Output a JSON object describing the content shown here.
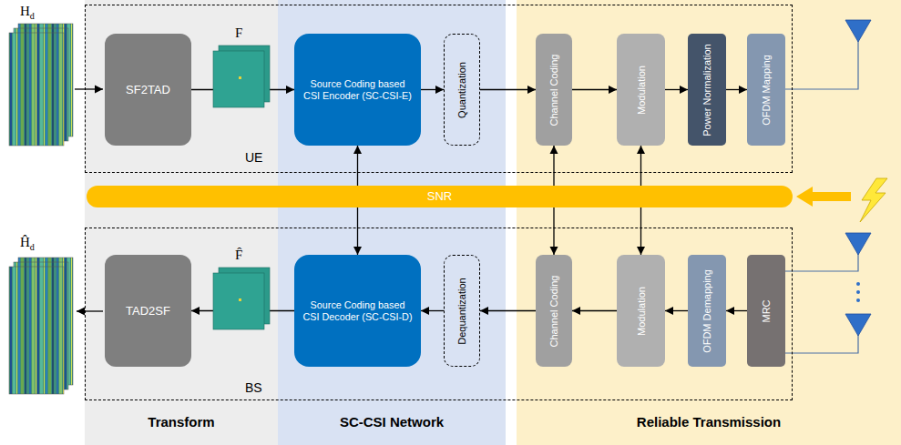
{
  "diagram": {
    "nodes": [
      {
        "text": [
          "Transform"
        ]
      },
      {
        "text": [
          "SC-CSI Network"
        ]
      },
      {
        "text": [
          "Reliable Transmission"
        ]
      },
      {
        "text": [
          "UE"
        ]
      },
      {
        "text": [
          "SF2TAD"
        ],
        "in": 3
      },
      {
        "text": [
          "Source Coding based CSI Encoder (SC-CSI-E)"
        ],
        "in": 3
      },
      {
        "text": [
          "Quantization"
        ],
        "in": 3
      },
      {
        "text": [
          "Channel Coding"
        ],
        "in": 3
      },
      {
        "text": [
          "Modulation"
        ],
        "in": 3
      },
      {
        "text": [
          "Power Normalization"
        ],
        "in": 3
      },
      {
        "text": [
          "OFDM Mapping"
        ],
        "in": 3
      },
      {
        "text": [
          "SNR"
        ]
      },
      {
        "text": [
          "BS"
        ]
      },
      {
        "text": [
          "TAD2SF"
        ],
        "in": 12
      },
      {
        "text": [
          "Source Coding based CSI Decoder (SC-CSI-D)"
        ],
        "in": 12
      },
      {
        "text": [
          "Dequantization"
        ],
        "in": 12
      },
      {
        "text": [
          "Channel Coding"
        ],
        "in": 12
      },
      {
        "text": [
          "Modulation"
        ],
        "in": 12
      },
      {
        "text": [
          "OFDM Demapping"
        ],
        "in": 12
      },
      {
        "text": [
          "MRC"
        ],
        "in": 12
      }
    ],
    "edges": [
      {
        "from": 4,
        "to": 5,
        "arrow": "to"
      },
      {
        "from": 5,
        "to": 6,
        "arrow": "to"
      },
      {
        "from": 6,
        "to": 7,
        "arrow": "to"
      },
      {
        "from": 7,
        "to": 8,
        "arrow": "to"
      },
      {
        "from": 8,
        "to": 9,
        "arrow": "to"
      },
      {
        "from": 9,
        "to": 10,
        "arrow": "to"
      },
      {
        "from": 11,
        "to": 5,
        "arrow": "to"
      },
      {
        "from": 11,
        "to": 7,
        "arrow": "to"
      },
      {
        "from": 11,
        "to": 8,
        "arrow": "to"
      },
      {
        "from": 11,
        "to": 14,
        "arrow": "to"
      },
      {
        "from": 11,
        "to": 16,
        "arrow": "to"
      },
      {
        "from": 11,
        "to": 17,
        "arrow": "to"
      },
      {
        "from": 19,
        "to": 18,
        "arrow": "to"
      },
      {
        "from": 18,
        "to": 17,
        "arrow": "to"
      },
      {
        "from": 17,
        "to": 16,
        "arrow": "to"
      },
      {
        "from": 16,
        "to": 15,
        "arrow": "to"
      },
      {
        "from": 15,
        "to": 14,
        "arrow": "to"
      },
      {
        "from": 14,
        "to": 13,
        "arrow": "to"
      }
    ],
    "labels": [
      "Hd",
      "F",
      "F̂",
      "Ĥd"
    ]
  }
}
